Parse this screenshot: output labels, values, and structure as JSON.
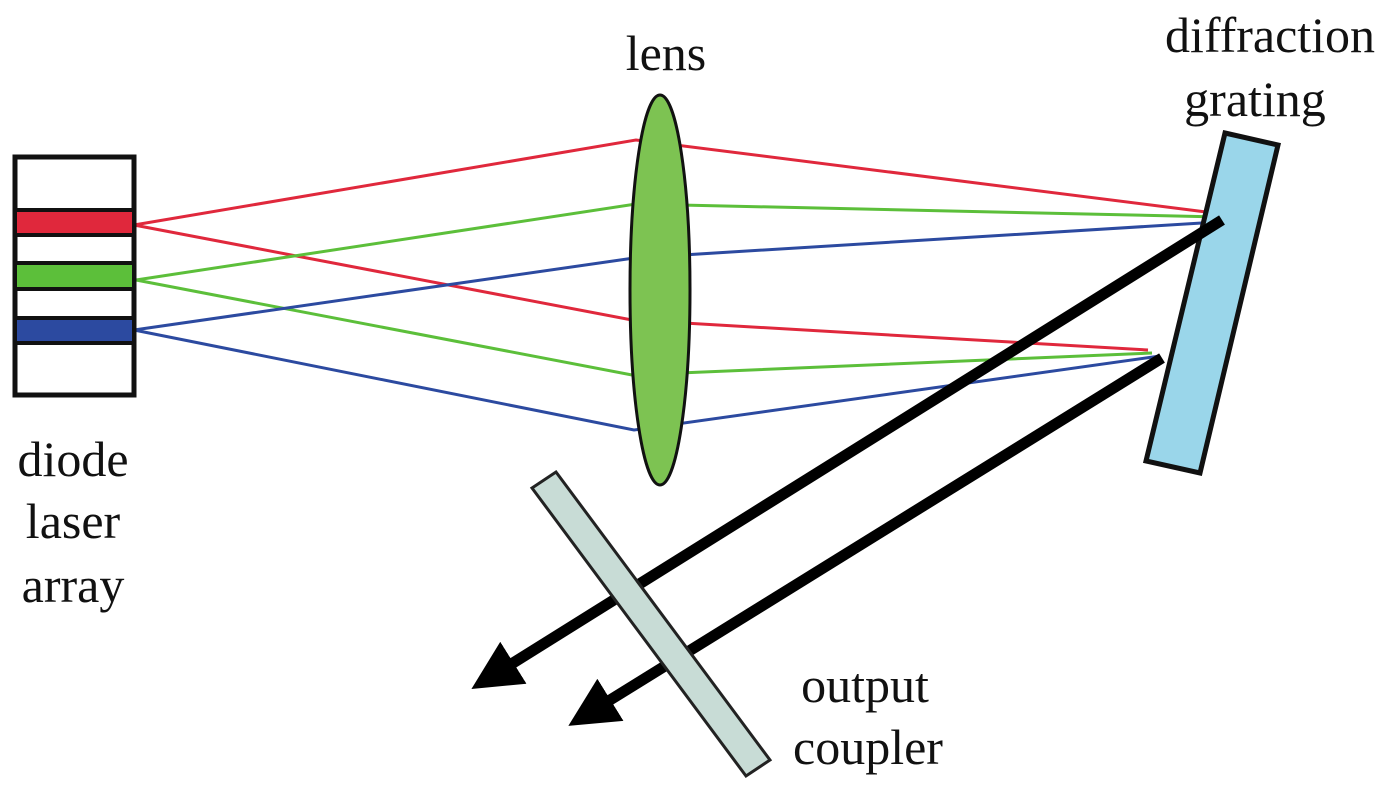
{
  "labels": {
    "lens": "lens",
    "grating_line1": "diffraction",
    "grating_line2": "grating",
    "diode_line1": "diode",
    "diode_line2": "laser",
    "diode_line3": "array",
    "coupler_line1": "output",
    "coupler_line2": "coupler"
  },
  "colors": {
    "red": "#e0283c",
    "green": "#5cbf3a",
    "blue": "#2c4aa0",
    "lens": "#7dc352",
    "grating": "#9ad6ea",
    "coupler": "#c8dcd6"
  }
}
